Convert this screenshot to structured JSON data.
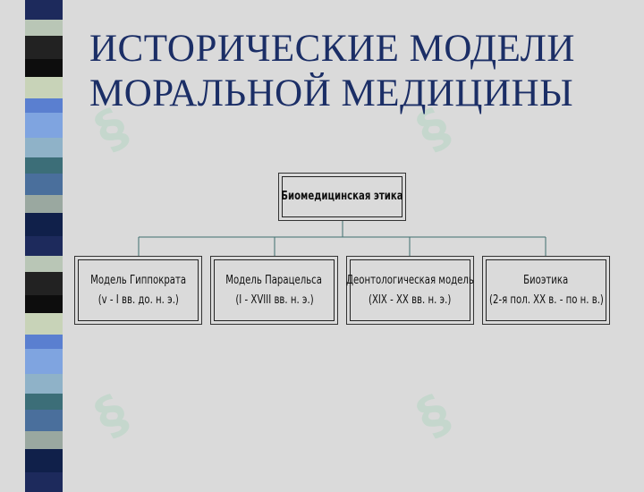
{
  "title": {
    "line1": "ИСТОРИЧЕСКИЕ МОДЕЛИ",
    "line2": "МОРАЛЬНОЙ МЕДИЦИНЫ"
  },
  "diagram": {
    "root": "Биомедицинская этика",
    "children": [
      {
        "name": "Модель Гиппократа",
        "period": "(v - I вв. до. н. э.)"
      },
      {
        "name": "Модель Парацельса",
        "period": "(I - XVIII вв. н. э.)"
      },
      {
        "name": "Деонтологическая модель",
        "period": "(XIX - XX вв. н. э.)"
      },
      {
        "name": "Биоэтика",
        "period": "(2-я пол. XX в. - по н. в.)"
      }
    ]
  },
  "colors": {
    "background": "#dadada",
    "title": "#1b2e66",
    "connector": "#3f6f6f"
  }
}
